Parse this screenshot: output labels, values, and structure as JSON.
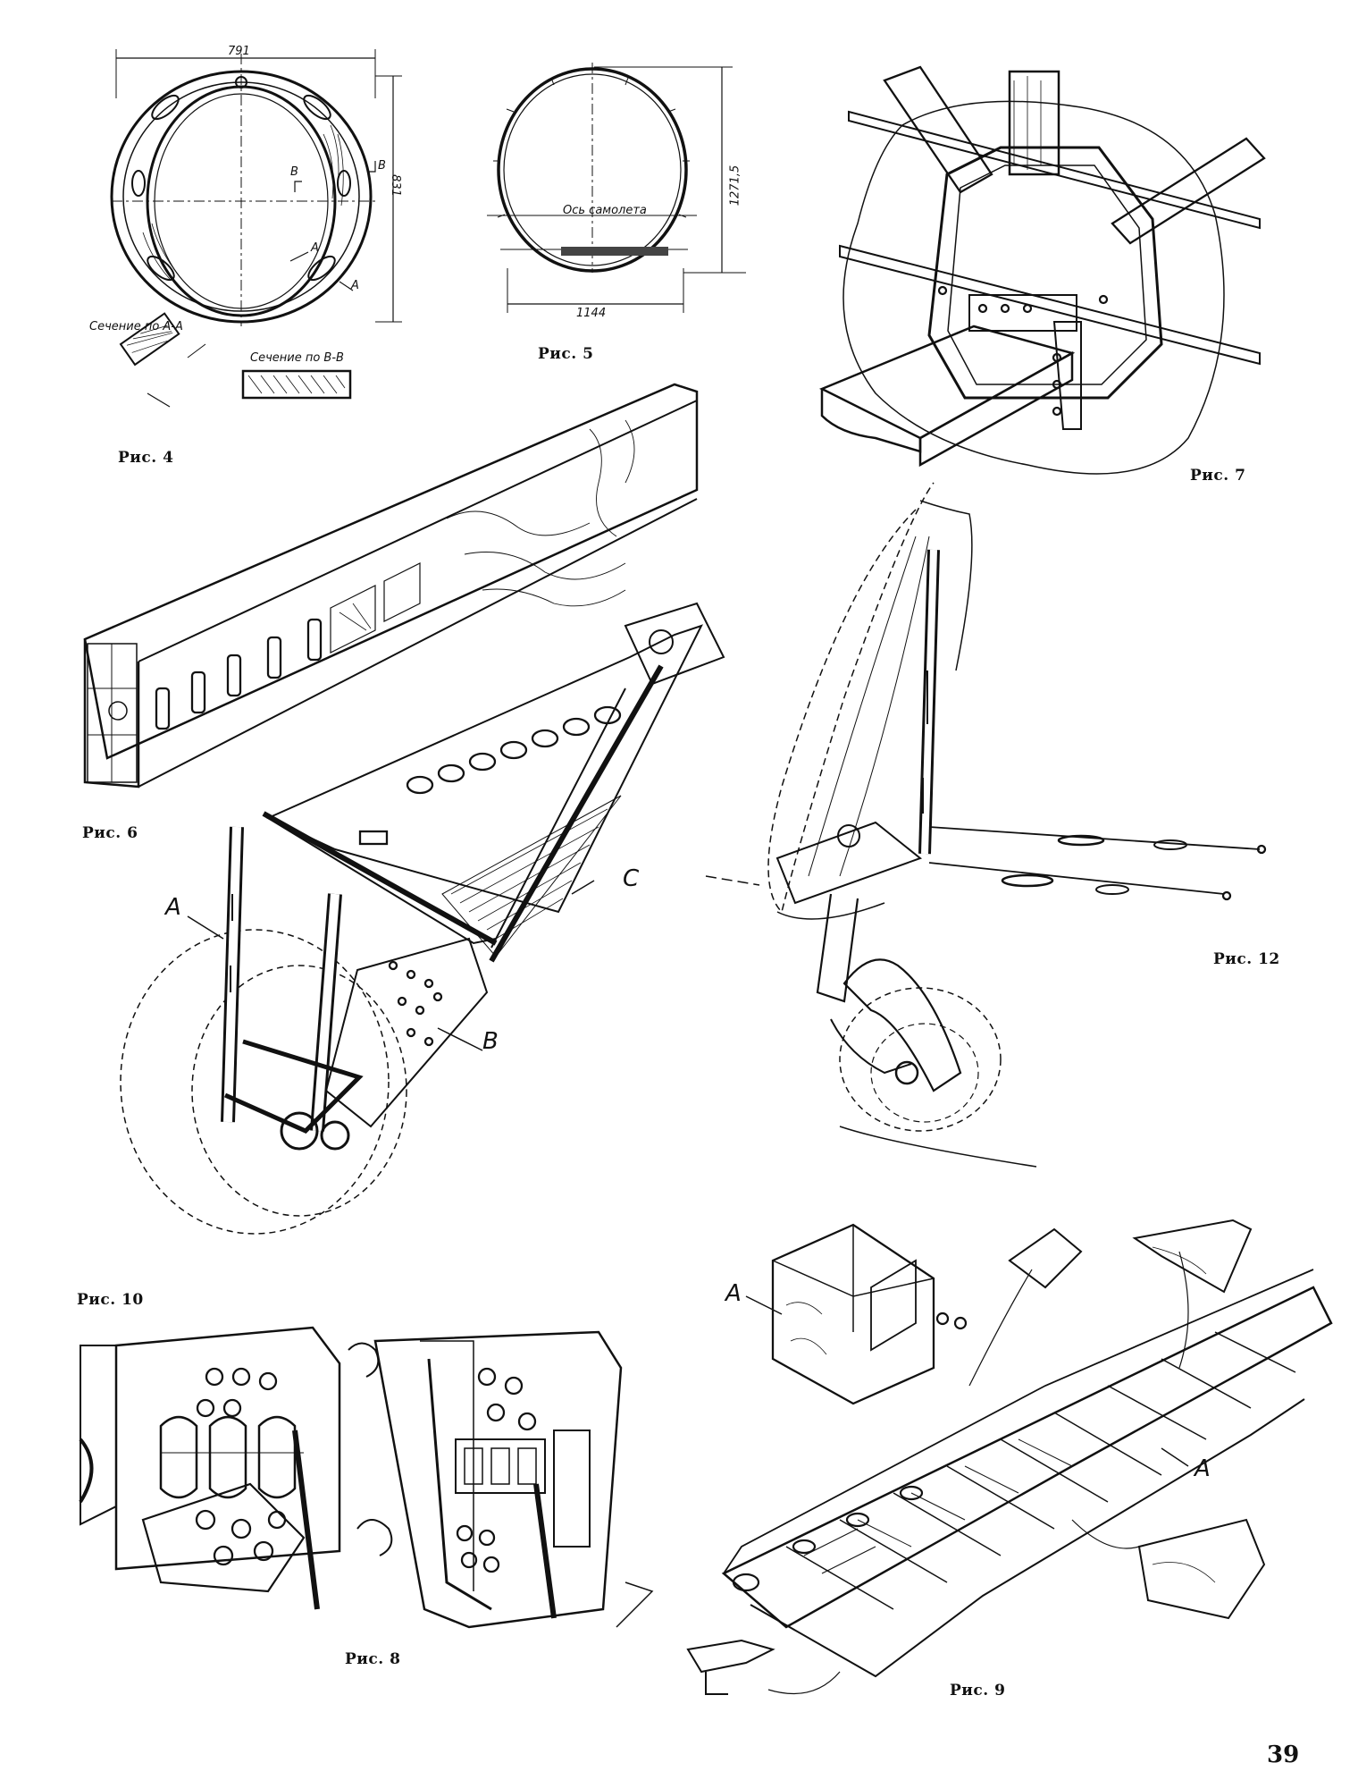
{
  "page": {
    "number": "39"
  },
  "fig4": {
    "caption": "Рис. 4",
    "dim_width": "791",
    "dim_height": "831",
    "section_aa": "Сечение по А-А",
    "section_bb": "Сечение по В-В",
    "mark_b": "B",
    "mark_a": "A"
  },
  "fig5": {
    "caption": "Рис. 5",
    "axis_label": "Ось самолета",
    "dim_width": "1144",
    "dim_height": "1271,5"
  },
  "fig6": {
    "caption": "Рис. 6"
  },
  "fig7": {
    "caption": "Рис. 7"
  },
  "fig8": {
    "caption": "Рис. 8"
  },
  "fig9": {
    "caption": "Рис. 9",
    "label_a1": "A",
    "label_a2": "A"
  },
  "fig10": {
    "caption": "Рис. 10",
    "label_a": "A",
    "label_b": "B",
    "label_c": "C"
  },
  "fig12": {
    "caption": "Рис. 12"
  }
}
